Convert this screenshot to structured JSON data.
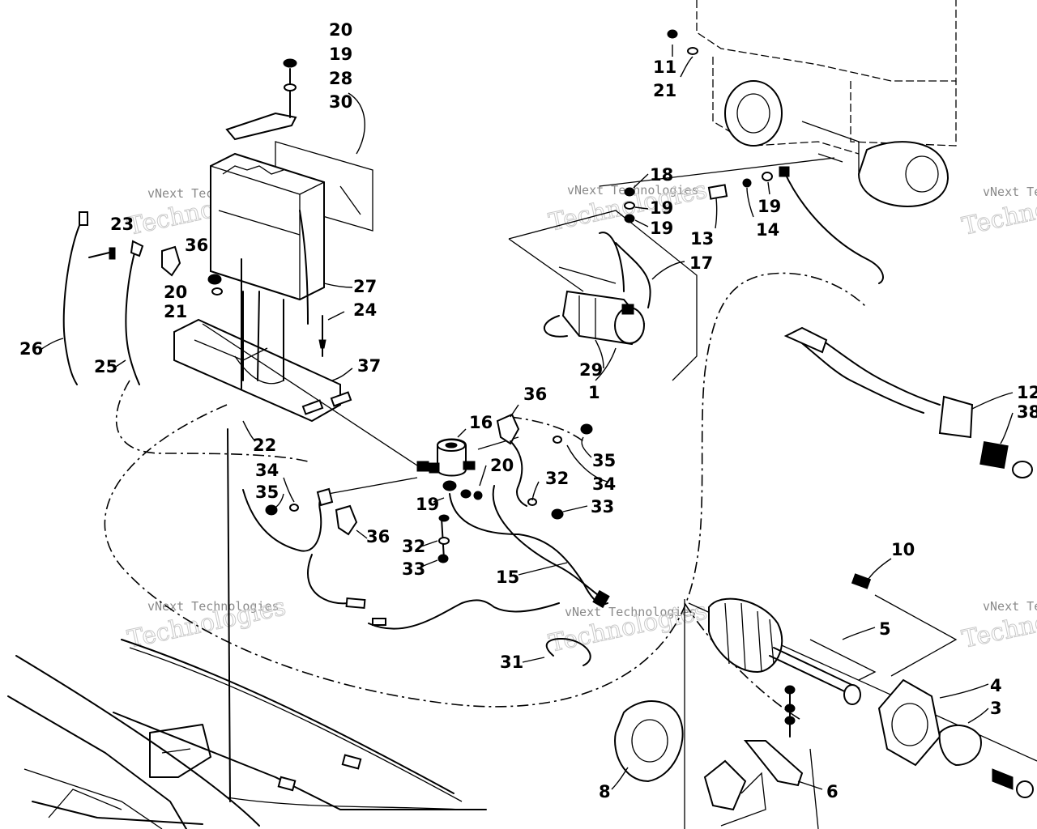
{
  "diagram": {
    "callouts": [
      "20",
      "19",
      "28",
      "30",
      "23",
      "36",
      "20",
      "21",
      "27",
      "24",
      "26",
      "25",
      "37",
      "22",
      "34",
      "35",
      "36",
      "16",
      "36",
      "20",
      "19",
      "32",
      "33",
      "32",
      "33",
      "15",
      "35",
      "34",
      "33",
      "31",
      "11",
      "21",
      "18",
      "19",
      "19",
      "13",
      "14",
      "19",
      "17",
      "29",
      "1",
      "12",
      "38",
      "10",
      "5",
      "4",
      "3",
      "8",
      "6"
    ],
    "watermarks": {
      "company": "vNext Technologies",
      "brand": "Technologies"
    }
  }
}
